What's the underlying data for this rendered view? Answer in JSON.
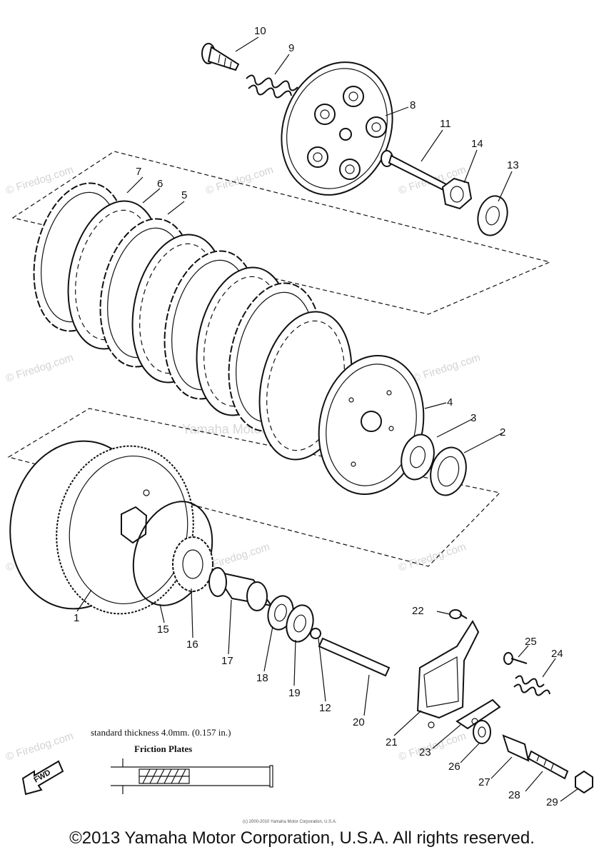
{
  "callouts": [
    "1",
    "2",
    "3",
    "4",
    "5",
    "6",
    "7",
    "8",
    "9",
    "10",
    "11",
    "12",
    "13",
    "14",
    "15",
    "16",
    "17",
    "18",
    "19",
    "20",
    "21",
    "22",
    "23",
    "24",
    "25",
    "26",
    "27",
    "28",
    "29"
  ],
  "watermark": {
    "brand": "© Firedog.com",
    "center": "Yamaha Motor Corp. U.S.A."
  },
  "note": {
    "thickness": "standard thickness 4.0mm. (0.157 in.)",
    "plates": "Friction Plates"
  },
  "fwd_label": "FWD",
  "fine_print": "(c) 2000-2010 Yamaha Motor Corporation, U.S.A.",
  "copyright": "©2013 Yamaha Motor Corporation, U.S.A. All rights reserved."
}
